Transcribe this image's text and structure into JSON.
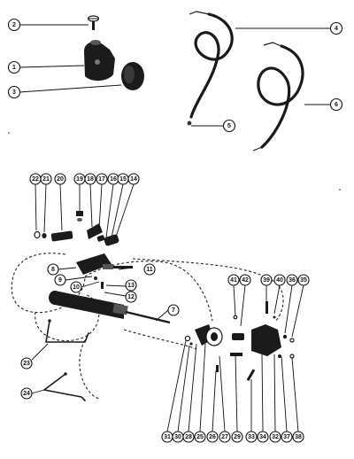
{
  "callouts": [
    {
      "id": "c2",
      "label": "2"
    },
    {
      "id": "c1",
      "label": "1"
    },
    {
      "id": "c3",
      "label": "3"
    },
    {
      "id": "c4",
      "label": "4"
    },
    {
      "id": "c5",
      "label": "5"
    },
    {
      "id": "c6",
      "label": "6"
    },
    {
      "id": "c22",
      "label": "22"
    },
    {
      "id": "c21",
      "label": "21"
    },
    {
      "id": "c20",
      "label": "20"
    },
    {
      "id": "c19",
      "label": "19"
    },
    {
      "id": "c18",
      "label": "18"
    },
    {
      "id": "c17",
      "label": "17"
    },
    {
      "id": "c16",
      "label": "16"
    },
    {
      "id": "c15",
      "label": "15"
    },
    {
      "id": "c14",
      "label": "14"
    },
    {
      "id": "c8",
      "label": "8"
    },
    {
      "id": "c9",
      "label": "9"
    },
    {
      "id": "c10",
      "label": "10"
    },
    {
      "id": "c11",
      "label": "11"
    },
    {
      "id": "c13",
      "label": "13"
    },
    {
      "id": "c12",
      "label": "12"
    },
    {
      "id": "c7",
      "label": "7"
    },
    {
      "id": "c41",
      "label": "41"
    },
    {
      "id": "c42",
      "label": "42"
    },
    {
      "id": "c39",
      "label": "39"
    },
    {
      "id": "c40",
      "label": "40"
    },
    {
      "id": "c36",
      "label": "36"
    },
    {
      "id": "c35",
      "label": "35"
    },
    {
      "id": "c23",
      "label": "23"
    },
    {
      "id": "c24",
      "label": "24"
    },
    {
      "id": "c31",
      "label": "31"
    },
    {
      "id": "c30",
      "label": "30"
    },
    {
      "id": "c28",
      "label": "28"
    },
    {
      "id": "c25",
      "label": "25"
    },
    {
      "id": "c26",
      "label": "26"
    },
    {
      "id": "c27",
      "label": "27"
    },
    {
      "id": "c29",
      "label": "29"
    },
    {
      "id": "c33",
      "label": "33"
    },
    {
      "id": "c34",
      "label": "34"
    },
    {
      "id": "c32",
      "label": "32"
    },
    {
      "id": "c37",
      "label": "37"
    },
    {
      "id": "c38",
      "label": "38"
    }
  ]
}
